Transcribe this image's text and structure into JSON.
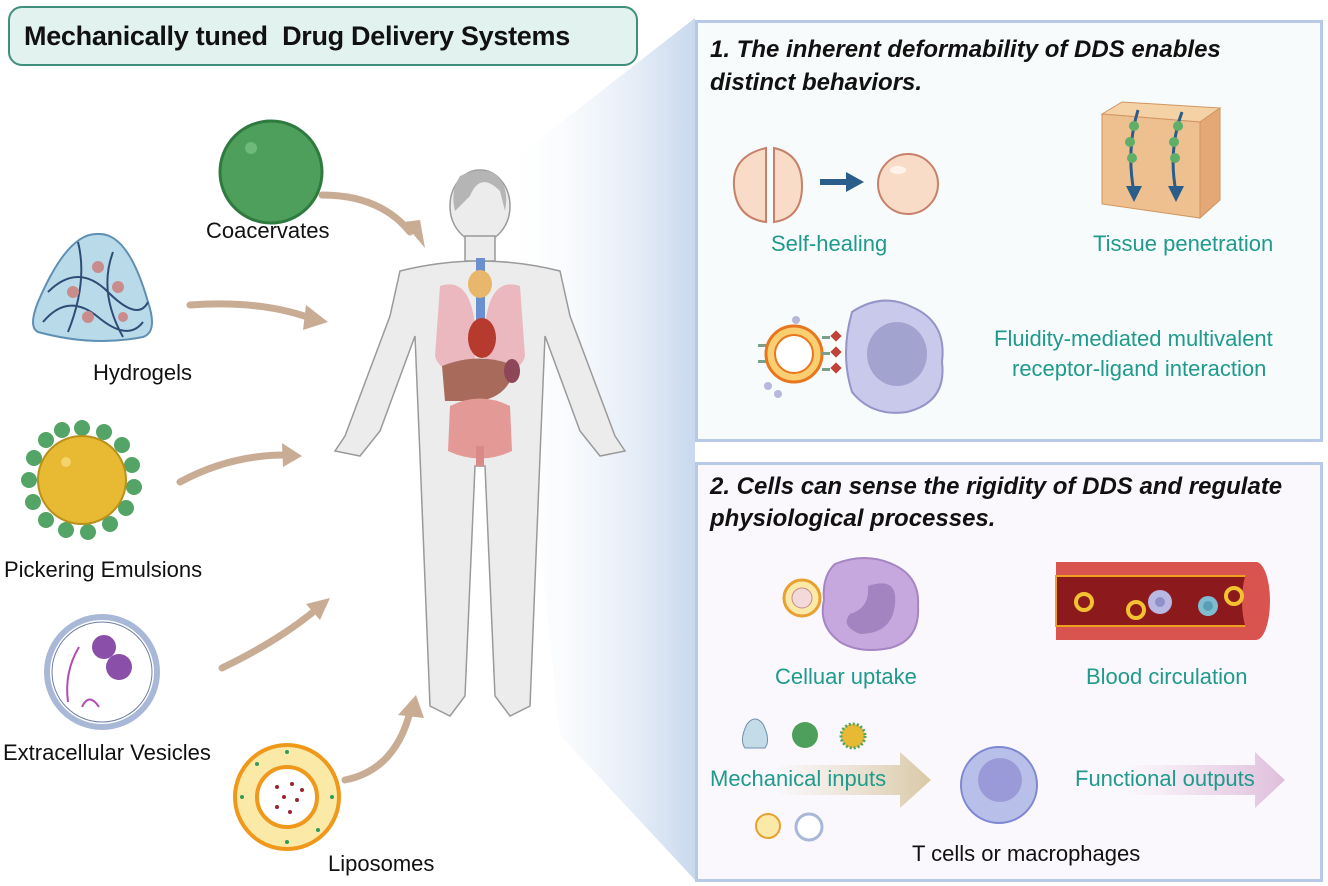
{
  "title": "Mechanically tuned  Drug Delivery Systems",
  "carriers": [
    {
      "label": "Coacervates",
      "icon": "coacervate-sphere"
    },
    {
      "label": "Hydrogels",
      "icon": "hydrogel-mesh"
    },
    {
      "label": "Pickering Emulsions",
      "icon": "pickering-emulsion"
    },
    {
      "label": "Extracellular Vesicles",
      "icon": "extracellular-vesicle"
    },
    {
      "label": "Liposomes",
      "icon": "liposome"
    }
  ],
  "panel1": {
    "heading_line1": "1. The inherent deformability of DDS enables",
    "heading_line2": "distinct behaviors.",
    "items": [
      {
        "label": "Self-healing"
      },
      {
        "label": "Tissue penetration"
      },
      {
        "label_line1": "Fluidity-mediated multivalent",
        "label_line2": "receptor-ligand interaction"
      }
    ]
  },
  "panel2": {
    "heading_line1": "2. Cells can sense the rigidity of DDS and regulate",
    "heading_line2": "physiological processes.",
    "items": [
      {
        "label": "Celluar uptake"
      },
      {
        "label": "Blood circulation"
      }
    ],
    "inputs_label": "Mechanical inputs",
    "outputs_label": "Functional outputs",
    "cell_label": "T cells or macrophages"
  },
  "colors": {
    "teal_text": "#1f9a8c",
    "title_bg": "#e1f2ef",
    "title_border": "#3f8f7b",
    "panel_border": "#b7c9e6",
    "arrow_tan": "#c9ac94"
  }
}
